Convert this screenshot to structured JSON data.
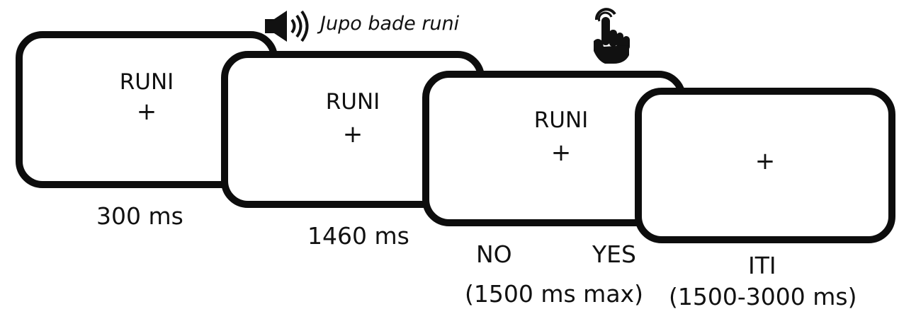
{
  "audio_phrase": "Jupo bade runi",
  "screens": [
    {
      "word": "RUNI",
      "fixation": "+",
      "duration": "300 ms"
    },
    {
      "word": "RUNI",
      "fixation": "+",
      "duration": "1460 ms"
    },
    {
      "word": "RUNI",
      "fixation": "+",
      "response_no": "NO",
      "response_yes": "YES",
      "duration": "(1500 ms max)"
    },
    {
      "fixation": "+",
      "label": "ITI",
      "duration": "(1500-3000 ms)"
    }
  ],
  "icons": {
    "audio": "speaker-icon",
    "touch": "hand-touch-icon"
  }
}
